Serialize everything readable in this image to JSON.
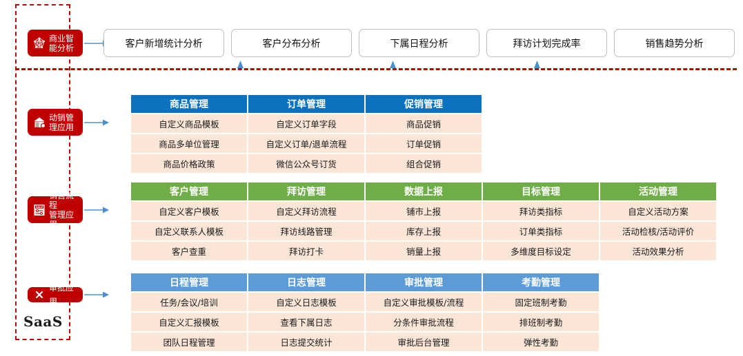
{
  "frame": {
    "saas_label": "SaaS",
    "accent_red": "#C00000",
    "accent_blue": "#0B72BF",
    "accent_green": "#6FAE46",
    "accent_light_blue": "#5B9BD8",
    "cell_bg": "#FAE5D7",
    "arrow_blue": "#4A90D0"
  },
  "badges": [
    {
      "id": "bi",
      "label": "商业智\n能分析",
      "icon": "network-graph-icon"
    },
    {
      "id": "sales",
      "label": "动销管\n理应用",
      "icon": "store-icon"
    },
    {
      "id": "flow",
      "label": "销售流程\n管理应用",
      "icon": "sale-document-icon"
    },
    {
      "id": "appr",
      "label": "审批应用",
      "icon": "cross-check-icon"
    }
  ],
  "bi_row": {
    "boxes": [
      {
        "label": "客户新增统计分析"
      },
      {
        "label": "客户分布分析"
      },
      {
        "label": "下属日程分析"
      },
      {
        "label": "拜访计划完成率"
      },
      {
        "label": "销售趋势分析"
      }
    ]
  },
  "sales_row": {
    "columns": [
      {
        "header": "商品管理",
        "items": [
          "自定义商品模板",
          "商品多单位管理",
          "商品价格政策"
        ]
      },
      {
        "header": "订单管理",
        "items": [
          "自定义订单字段",
          "自定义订单/退单流程",
          "微信公众号订货"
        ]
      },
      {
        "header": "促销管理",
        "items": [
          "商品促销",
          "订单促销",
          "组合促销"
        ]
      }
    ]
  },
  "flow_row": {
    "columns": [
      {
        "header": "客户管理",
        "items": [
          "自定义客户模板",
          "自定义联系人模板",
          "客户查重"
        ]
      },
      {
        "header": "拜访管理",
        "items": [
          "自定义拜访流程",
          "拜访线路管理",
          "拜访打卡"
        ]
      },
      {
        "header": "数据上报",
        "items": [
          "铺市上报",
          "库存上报",
          "销量上报"
        ]
      },
      {
        "header": "目标管理",
        "items": [
          "拜访类指标",
          "订单类指标",
          "多维度目标设定"
        ]
      },
      {
        "header": "活动管理",
        "items": [
          "自定义活动方案",
          "活动检核/活动评价",
          "活动效果分析"
        ]
      }
    ]
  },
  "approval_row": {
    "columns": [
      {
        "header": "日程管理",
        "items": [
          "任务/会议/培训",
          "自定义汇报模板",
          "团队日程管理"
        ]
      },
      {
        "header": "日志管理",
        "items": [
          "自定义日志模板",
          "查看下属日志",
          "日志提交统计"
        ]
      },
      {
        "header": "审批管理",
        "items": [
          "自定义审批模板/流程",
          "分条件审批流程",
          "审批后台管理"
        ]
      },
      {
        "header": "考勤管理",
        "items": [
          "固定班制考勤",
          "排班制考勤",
          "弹性考勤"
        ]
      }
    ]
  }
}
